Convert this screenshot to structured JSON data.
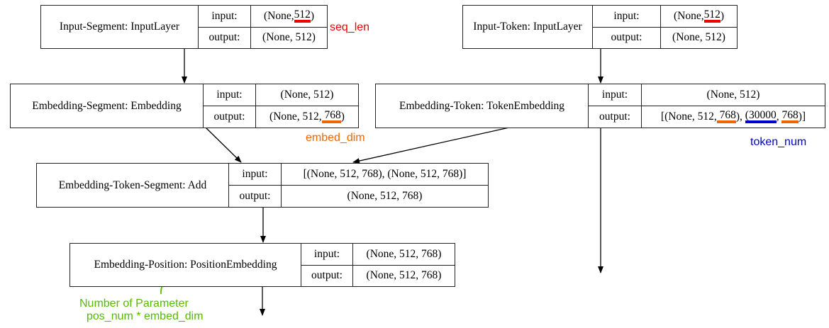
{
  "colors": {
    "seq_len": "#ee0000",
    "embed_dim": "#ee6600",
    "token_num": "#0000cc",
    "param": "#55bb00"
  },
  "labels": {
    "input": "input:",
    "output": "output:"
  },
  "layers": {
    "input_segment": {
      "name": "Input-Segment: InputLayer",
      "input_pre": "(None, ",
      "input_u": "512",
      "input_post": ")",
      "output": "(None, 512)"
    },
    "input_token": {
      "name": "Input-Token: InputLayer",
      "input_pre": "(None, ",
      "input_u": "512",
      "input_post": ")",
      "output": "(None, 512)"
    },
    "embedding_segment": {
      "name": "Embedding-Segment: Embedding",
      "input": "(None, 512)",
      "output_pre": "(None, 512,",
      "output_u": " 768",
      "output_post": ")"
    },
    "embedding_token": {
      "name": "Embedding-Token: TokenEmbedding",
      "input": "(None, 512)",
      "output_a": "[(None, 512,",
      "output_b": " 768",
      "output_c": "), ",
      "output_d": "(30000",
      "output_e": ", ",
      "output_f": "768",
      "output_g": ")]"
    },
    "add": {
      "name": "Embedding-Token-Segment: Add",
      "input": "[(None, 512, 768), (None, 512, 768)]",
      "output": "(None, 512, 768)"
    },
    "position": {
      "name": "Embedding-Position: PositionEmbedding",
      "input": "(None, 512, 768)",
      "output": "(None, 512, 768)"
    }
  },
  "annotations": {
    "seq_len": "seq_len",
    "embed_dim": "embed_dim",
    "token_num": "token_num",
    "param_line1": "Number of Parameter",
    "param_line2": "pos_num * embed_dim"
  }
}
